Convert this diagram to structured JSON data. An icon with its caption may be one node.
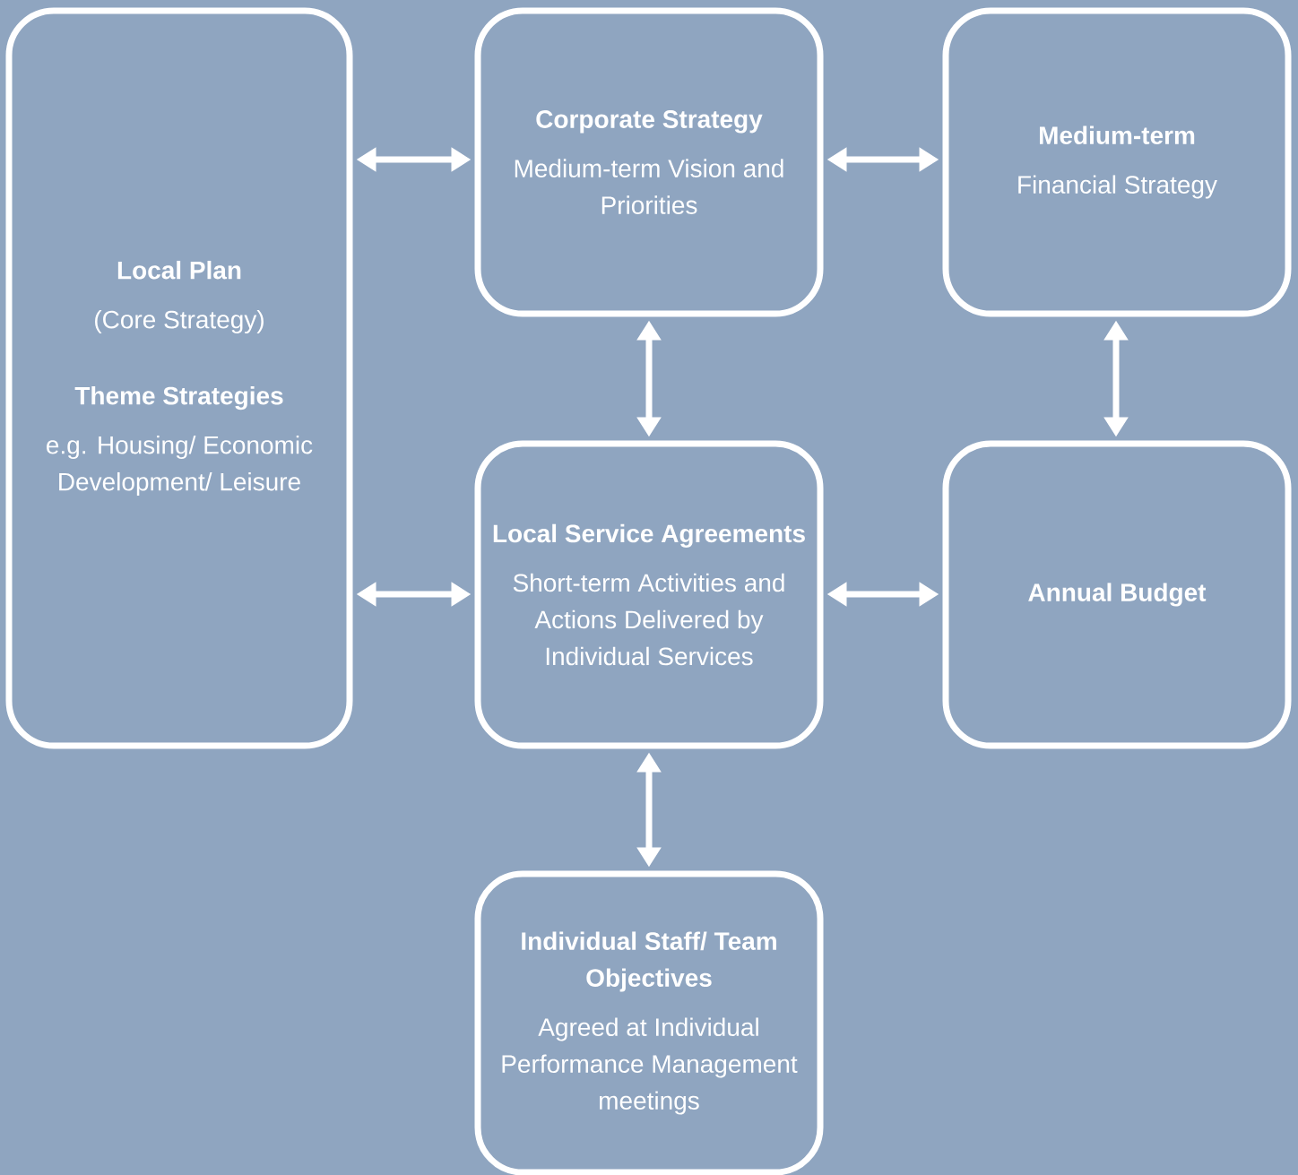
{
  "diagram": {
    "nodes": [
      {
        "text": [
          "Local Plan",
          "(Core Strategy)",
          "Theme Strategies",
          "e.g. Housing/ Economic Development/ Leisure"
        ]
      },
      {
        "text": [
          "Corporate Strategy",
          "Medium-term Vision and Priorities"
        ]
      },
      {
        "text": [
          "Medium-term",
          "Financial Strategy"
        ]
      },
      {
        "text": [
          "Local Service Agreements",
          "Short-term Activities and Actions Delivered by Individual Services"
        ]
      },
      {
        "text": [
          "Annual Budget"
        ]
      },
      {
        "text": [
          "Individual Staff/ Team Objectives",
          "Agreed at Individual Performance Management meetings"
        ]
      }
    ],
    "edges": [
      {
        "from": 0,
        "to": 1,
        "arrow": "both"
      },
      {
        "from": 1,
        "to": 2,
        "arrow": "both"
      },
      {
        "from": 1,
        "to": 3,
        "arrow": "both"
      },
      {
        "from": 2,
        "to": 4,
        "arrow": "both"
      },
      {
        "from": 0,
        "to": 3,
        "arrow": "both"
      },
      {
        "from": 3,
        "to": 4,
        "arrow": "both"
      },
      {
        "from": 3,
        "to": 5,
        "arrow": "both"
      }
    ]
  }
}
